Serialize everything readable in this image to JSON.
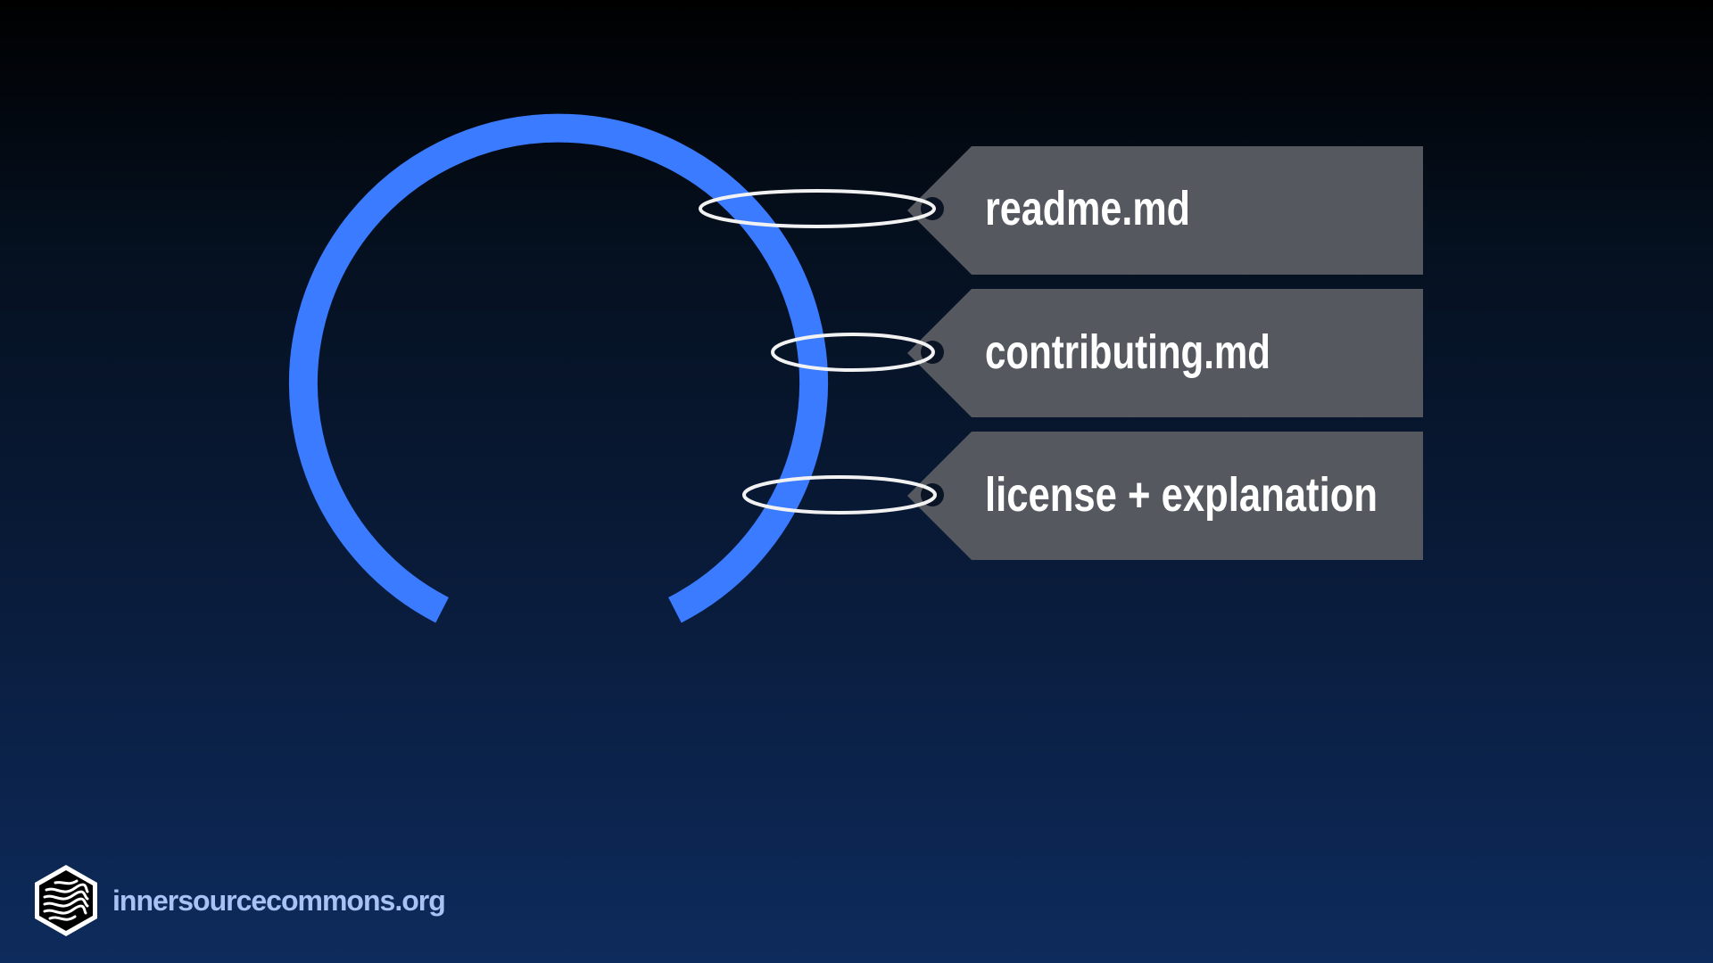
{
  "tags": [
    {
      "label": "readme.md"
    },
    {
      "label": "contributing.md"
    },
    {
      "label": "license + explanation"
    }
  ],
  "footer": {
    "url": "innersourcecommons.org",
    "logo_icon": "innersource-hexagon-logo-icon"
  },
  "colors": {
    "ring": "#3a7bff",
    "tag_fill": "#55595f",
    "tag_text": "#ffffff",
    "string": "#f2f2f2",
    "hole": "#0b1424",
    "footer_text": "#a9c2f5"
  }
}
